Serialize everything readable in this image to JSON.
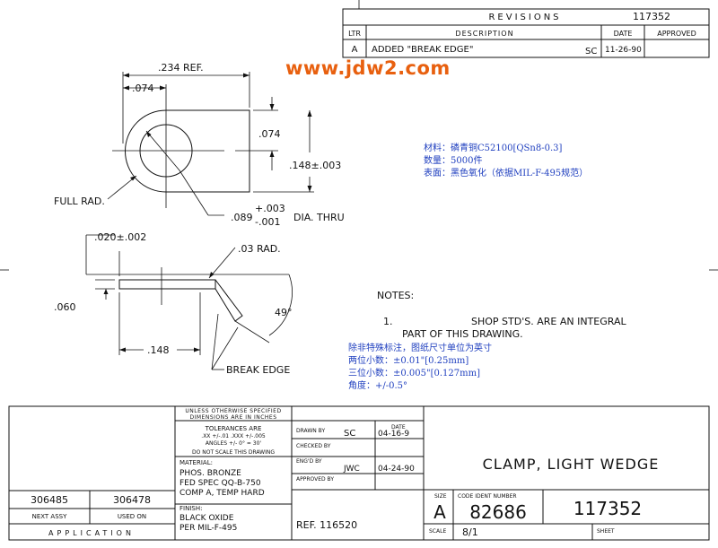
{
  "watermark": "www.jdw2.com",
  "revisions": {
    "title": "REVISIONS",
    "number": "117352",
    "headers": [
      "LTR",
      "DESCRIPTION",
      "DATE",
      "APPROVED"
    ],
    "rows": [
      {
        "ltr": "A",
        "description": "ADDED \"BREAK EDGE\"",
        "by": "SC",
        "date": "11-26-90",
        "approved": ""
      }
    ]
  },
  "dims": {
    "d234": ".234 REF.",
    "d074a": ".074",
    "d074b": ".074",
    "d148a": ".148±.003",
    "full_rad": "FULL RAD.",
    "dia": ".089",
    "tol_plus": "+.003",
    "tol_minus": "-.001",
    "dia_thru": "DIA. THRU",
    "d020": ".020±.002",
    "r03": ".03 RAD.",
    "d060": ".060",
    "ang49": "49°",
    "d148b": ".148",
    "break_edge": "BREAK EDGE"
  },
  "material_note": [
    "材料：磷青铜C52100[QSn8-0.3]",
    "数量：5000件",
    "表面：黑色氧化（依据MIL-F-495规范）"
  ],
  "notes": {
    "title": "NOTES:",
    "item_num": "1.",
    "line1": "SHOP STD'S. ARE AN INTEGRAL",
    "line2": "PART OF THIS DRAWING."
  },
  "tolerance_note": [
    "除非特殊标注，图纸尺寸单位为英寸",
    "两位小数：±0.01\"[0.25mm]",
    "三位小数：±0.005\"[0.127mm]",
    "角度：+/-0.5°"
  ],
  "title_block": {
    "unless1": "UNLESS OTHERWISE SPECIFIED",
    "unless2": "DIMENSIONS ARE IN INCHES",
    "tol_title": "TOLERANCES ARE",
    "tol_line1": ".XX +/-.01   .XXX +/-.005",
    "tol_line2": "ANGLES +/- 0° = 30'",
    "no_scale": "DO NOT SCALE THIS DRAWING",
    "drawn_label": "DRAWN BY",
    "drawn_by": "SC",
    "date_label": "DATE",
    "drawn_date": "04-16-9",
    "checked_label": "CHECKED BY",
    "engd_label": "ENG'D BY",
    "engd_by": "JWC",
    "engd_date": "04-24-90",
    "approved_label": "APPROVED BY",
    "material_label": "MATERIAL:",
    "material1": "PHOS. BRONZE",
    "material2": "FED SPEC QQ-B-750",
    "material3": "COMP A, TEMP HARD",
    "finish_label": "FINISH:",
    "finish1": "BLACK OXIDE",
    "finish2": "PER MIL-F-495",
    "ref": "REF. 116520",
    "next_assy_val": "306485",
    "used_on_val": "306478",
    "next_assy_label": "NEXT ASSY",
    "used_on_label": "USED ON",
    "application": "APPLICATION",
    "title": "CLAMP, LIGHT WEDGE",
    "size_label": "SIZE",
    "size": "A",
    "code_label": "CODE IDENT NUMBER",
    "code": "82686",
    "dwg_no": "117352",
    "scale_label": "SCALE",
    "scale": "8/1",
    "sheet_label": "SHEET"
  }
}
